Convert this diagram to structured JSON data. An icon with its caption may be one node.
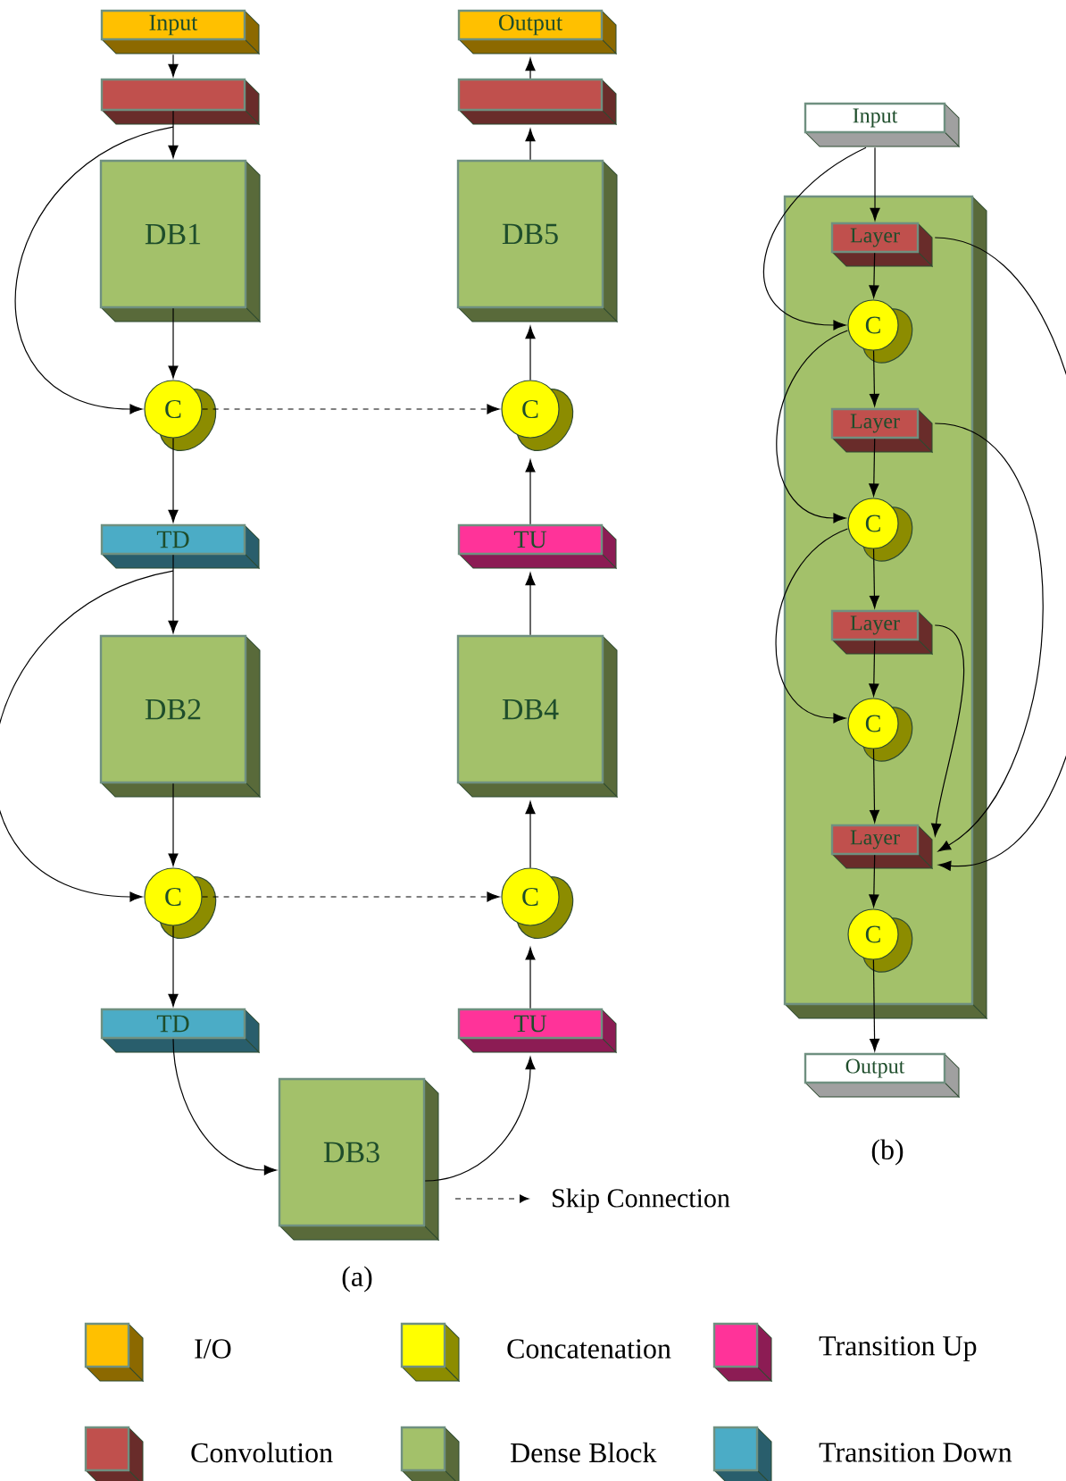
{
  "diagram": {
    "nodes": [
      {
        "text": [
          "Input"
        ]
      },
      {
        "text": [],
        "shape": "box"
      },
      {
        "text": [
          "DB1"
        ]
      },
      {
        "text": [
          "C"
        ]
      },
      {
        "text": [
          "TD"
        ]
      },
      {
        "text": [
          "DB2"
        ]
      },
      {
        "text": [
          "C"
        ]
      },
      {
        "text": [
          "TD"
        ]
      },
      {
        "text": [
          "DB3"
        ]
      },
      {
        "text": [
          "TU"
        ]
      },
      {
        "text": [
          "C"
        ]
      },
      {
        "text": [
          "DB4"
        ]
      },
      {
        "text": [
          "TU"
        ]
      },
      {
        "text": [
          "C"
        ]
      },
      {
        "text": [
          "DB5"
        ]
      },
      {
        "text": [],
        "shape": "box"
      },
      {
        "text": [
          "Output"
        ]
      },
      {
        "text": [
          "Input"
        ]
      },
      {
        "text": [],
        "shape": "box"
      },
      {
        "text": [
          "Layer"
        ],
        "in": 18
      },
      {
        "text": [
          "C"
        ],
        "in": 18
      },
      {
        "text": [
          "Layer"
        ],
        "in": 18
      },
      {
        "text": [
          "C"
        ],
        "in": 18
      },
      {
        "text": [
          "Layer"
        ],
        "in": 18
      },
      {
        "text": [
          "C"
        ],
        "in": 18
      },
      {
        "text": [
          "Layer"
        ],
        "in": 18
      },
      {
        "text": [
          "C"
        ],
        "in": 18
      },
      {
        "text": [
          "Output"
        ]
      }
    ],
    "edges": [
      {
        "from": 0,
        "to": 1,
        "arrow": "to"
      },
      {
        "from": 1,
        "to": 2,
        "arrow": "to"
      },
      {
        "from": 1,
        "to": 3,
        "arrow": "to"
      },
      {
        "from": 2,
        "to": 3,
        "arrow": "to"
      },
      {
        "from": 3,
        "to": 4,
        "arrow": "to"
      },
      {
        "from": 4,
        "to": 5,
        "arrow": "to"
      },
      {
        "from": 4,
        "to": 6,
        "arrow": "to"
      },
      {
        "from": 5,
        "to": 6,
        "arrow": "to"
      },
      {
        "from": 6,
        "to": 7,
        "arrow": "to"
      },
      {
        "from": 7,
        "to": 8,
        "arrow": "to"
      },
      {
        "from": 8,
        "to": 9,
        "arrow": "to"
      },
      {
        "from": 9,
        "to": 10,
        "arrow": "to"
      },
      {
        "from": 6,
        "to": 10,
        "arrow": "to",
        "style": "dashed"
      },
      {
        "from": 10,
        "to": 11,
        "arrow": "to"
      },
      {
        "from": 11,
        "to": 12,
        "arrow": "to"
      },
      {
        "from": 12,
        "to": 13,
        "arrow": "to"
      },
      {
        "from": 3,
        "to": 13,
        "arrow": "to",
        "style": "dashed"
      },
      {
        "from": 13,
        "to": 14,
        "arrow": "to"
      },
      {
        "from": 14,
        "to": 15,
        "arrow": "to"
      },
      {
        "from": 15,
        "to": 16,
        "arrow": "to"
      },
      {
        "from": 17,
        "to": 19,
        "arrow": "to"
      },
      {
        "from": 17,
        "to": 20,
        "arrow": "to"
      },
      {
        "from": 19,
        "to": 20,
        "arrow": "to"
      },
      {
        "from": 20,
        "to": 21,
        "arrow": "to"
      },
      {
        "from": 20,
        "to": 22,
        "arrow": "to"
      },
      {
        "from": 21,
        "to": 22,
        "arrow": "to"
      },
      {
        "from": 22,
        "to": 23,
        "arrow": "to"
      },
      {
        "from": 22,
        "to": 24,
        "arrow": "to"
      },
      {
        "from": 23,
        "to": 24,
        "arrow": "to"
      },
      {
        "from": 24,
        "to": 25,
        "arrow": "to"
      },
      {
        "from": 25,
        "to": 26,
        "arrow": "to"
      },
      {
        "from": 26,
        "to": 27,
        "arrow": "to"
      },
      {
        "from": 19,
        "to": 25,
        "arrow": "to"
      },
      {
        "from": 21,
        "to": 25,
        "arrow": "to"
      },
      {
        "from": 23,
        "to": 25,
        "arrow": "to"
      }
    ],
    "labels": [
      "(a)",
      "(b)"
    ],
    "legend": [
      {
        "text": "Skip Connection"
      },
      {
        "text": "I/O",
        "color": "#ffc000"
      },
      {
        "text": "Concatenation",
        "color": "#ffff00"
      },
      {
        "text": "Transition Up",
        "color": "#ff3399"
      },
      {
        "text": "Convolution",
        "color": "#c0504d"
      },
      {
        "text": "Dense Block",
        "color": "#a3c16a"
      },
      {
        "text": "Transition Down",
        "color": "#4bacc6"
      }
    ]
  }
}
